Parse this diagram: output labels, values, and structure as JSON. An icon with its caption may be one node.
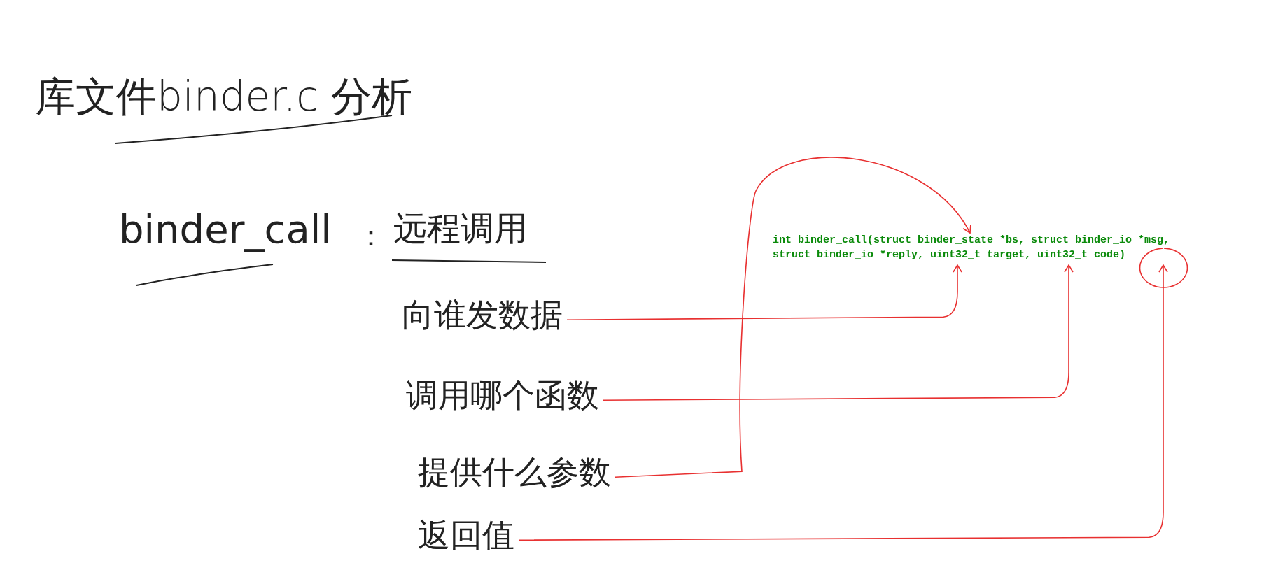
{
  "diagram": {
    "title": "库文件binder.c 分析",
    "nodes": [
      {
        "text": [
          "向谁发数据"
        ]
      },
      {
        "text": [
          "调用哪个函数"
        ]
      },
      {
        "text": [
          "提供什么参数"
        ]
      },
      {
        "text": [
          "返回值"
        ]
      },
      {
        "text": [
          "int binder_call(struct binder_state *bs, struct binder_io *msg, struct binder_io *reply, uint32_t target, uint32_t code)"
        ]
      }
    ],
    "edges": [
      {
        "from": 0,
        "to": 4,
        "arrow": "to"
      },
      {
        "from": 1,
        "to": 4,
        "arrow": "to"
      },
      {
        "from": 2,
        "to": 4,
        "arrow": "to"
      },
      {
        "from": 3,
        "to": 4,
        "arrow": "to"
      }
    ],
    "labels": [
      "binder_call",
      "：",
      "远程调用"
    ]
  }
}
